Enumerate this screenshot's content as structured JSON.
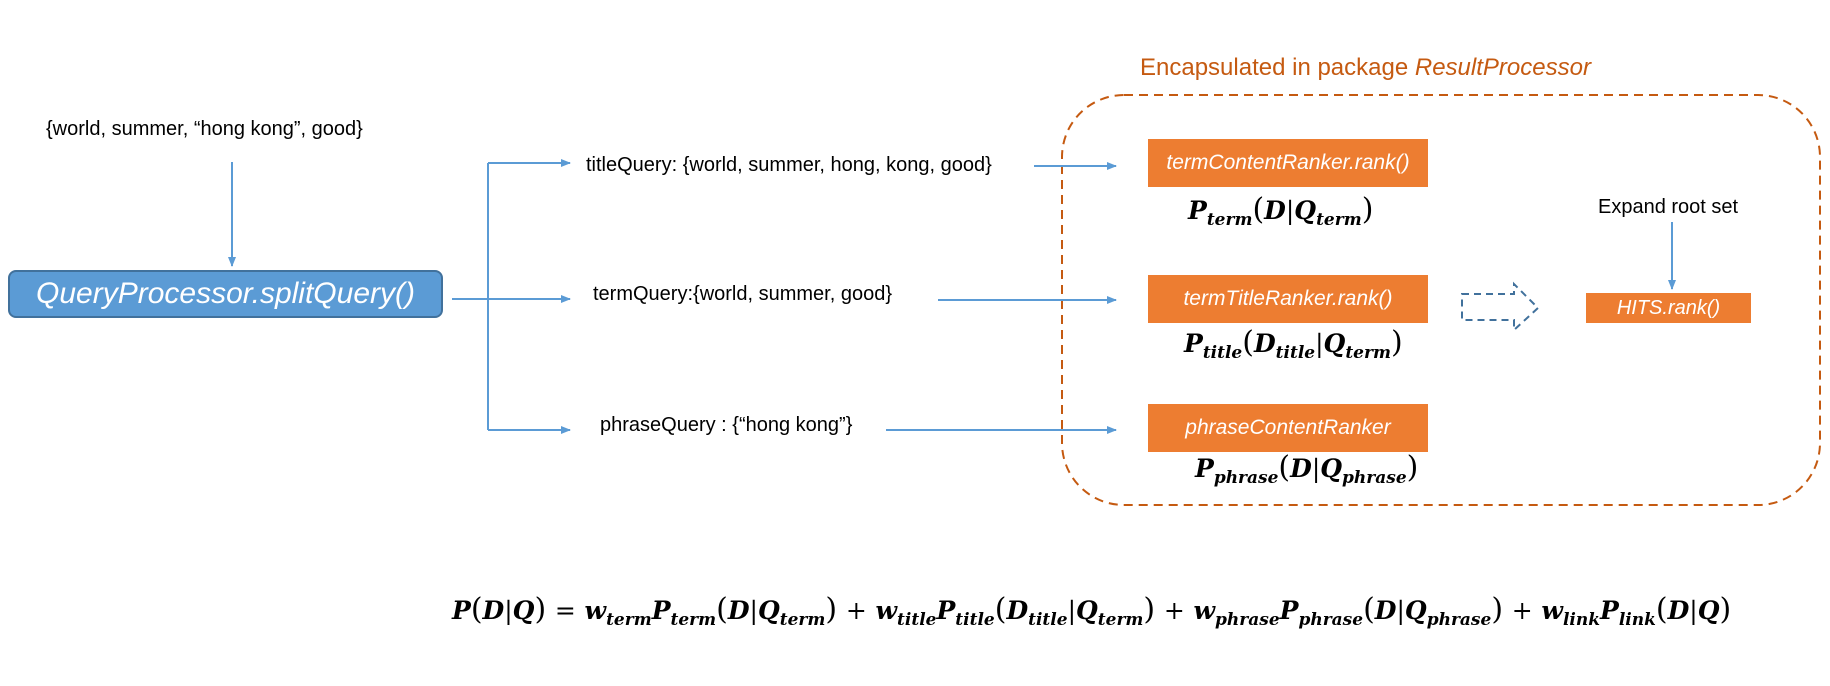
{
  "package_label": {
    "prefix": "Encapsulated in package ",
    "name": "ResultProcessor"
  },
  "input_query": "{world, summer, “hong kong”, good}",
  "main_box": "QueryProcessor.splitQuery()",
  "queries": {
    "title": "titleQuery: {world, summer, hong, kong, good}",
    "term": "termQuery:{world, summer, good}",
    "phrase": "phraseQuery : {“hong kong”}"
  },
  "rankers": {
    "term_content": "termContentRanker.rank()",
    "term_title": "termTitleRanker.rank()",
    "phrase_content": "phraseContentRanker",
    "hits": "HITS.rank()"
  },
  "expand_label": "Expand root set",
  "math": {
    "P": "P",
    "D": "D",
    "Q": "Q",
    "w": "w",
    "bar": "|",
    "lp": "(",
    "rp": ")",
    "eq": "=",
    "plus": "+",
    "sub_term": "term",
    "sub_title": "title",
    "sub_phrase": "phrase",
    "sub_link": "link"
  },
  "colors": {
    "blue_line": "#5b9bd5",
    "box_blue": "#5b9bd5",
    "orange": "#ed7d31",
    "package_border": "#c55a11",
    "dashed_arrow": "#41719c"
  }
}
